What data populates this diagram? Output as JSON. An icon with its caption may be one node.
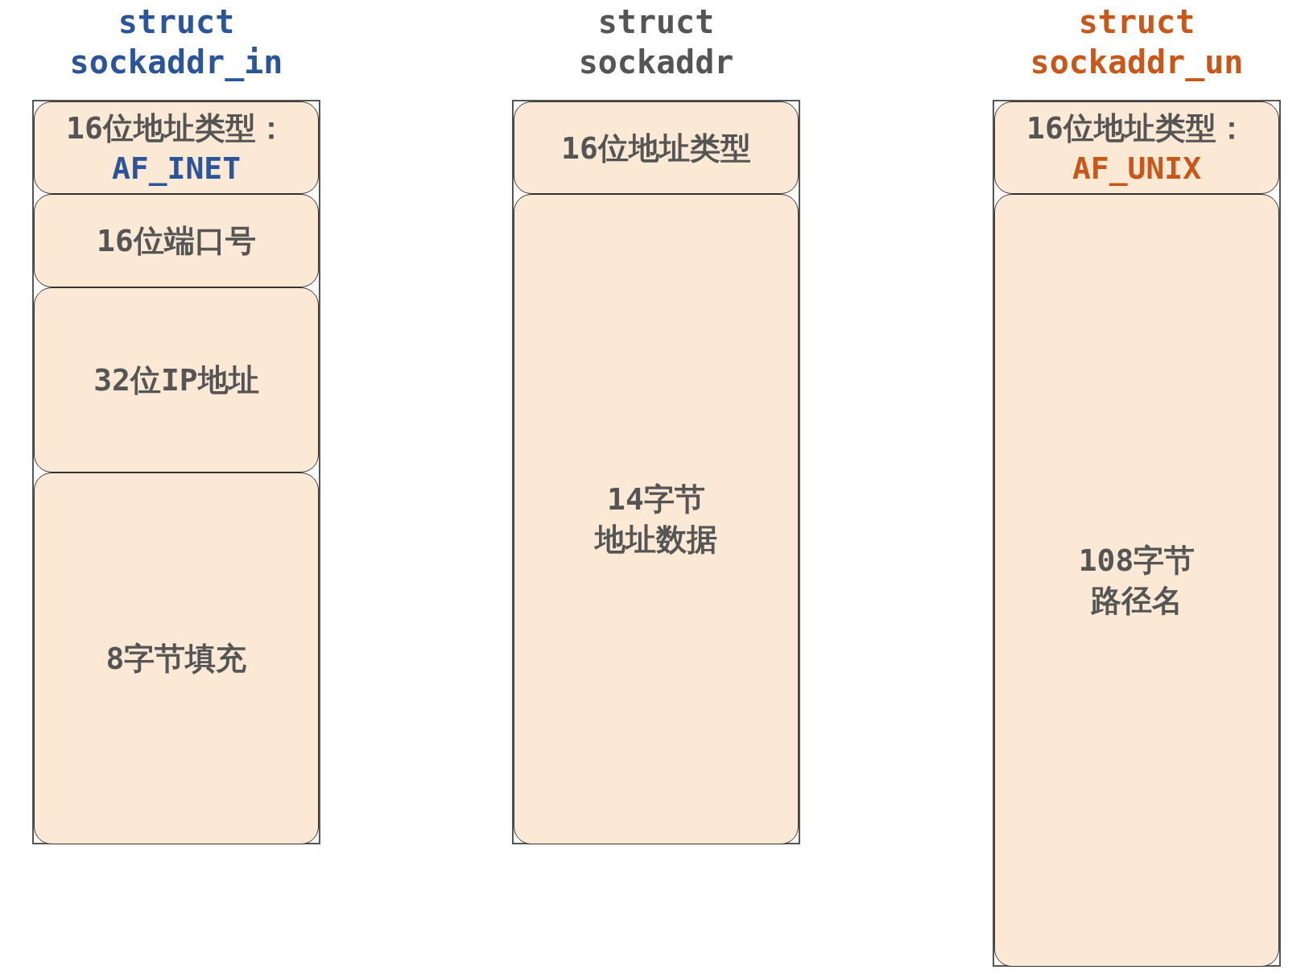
{
  "diagram": {
    "nodes": [
      {
        "text": [
          "struct sockaddr_in"
        ]
      },
      {
        "text": [
          "16位地址类型：",
          "AF_INET"
        ],
        "in": 0
      },
      {
        "text": [
          "16位端口号"
        ],
        "in": 0
      },
      {
        "text": [
          "32位IP地址"
        ],
        "in": 0
      },
      {
        "text": [
          "8字节填充"
        ],
        "in": 0
      },
      {
        "text": [
          "struct sockaddr"
        ]
      },
      {
        "text": [
          "16位地址类型"
        ],
        "in": 5
      },
      {
        "text": [
          "14字节地址数据"
        ],
        "in": 5
      },
      {
        "text": [
          "struct sockaddr_un"
        ]
      },
      {
        "text": [
          "16位地址类型：",
          "AF_UNIX"
        ],
        "in": 8
      },
      {
        "text": [
          "108字节路径名"
        ],
        "in": 8
      }
    ]
  }
}
